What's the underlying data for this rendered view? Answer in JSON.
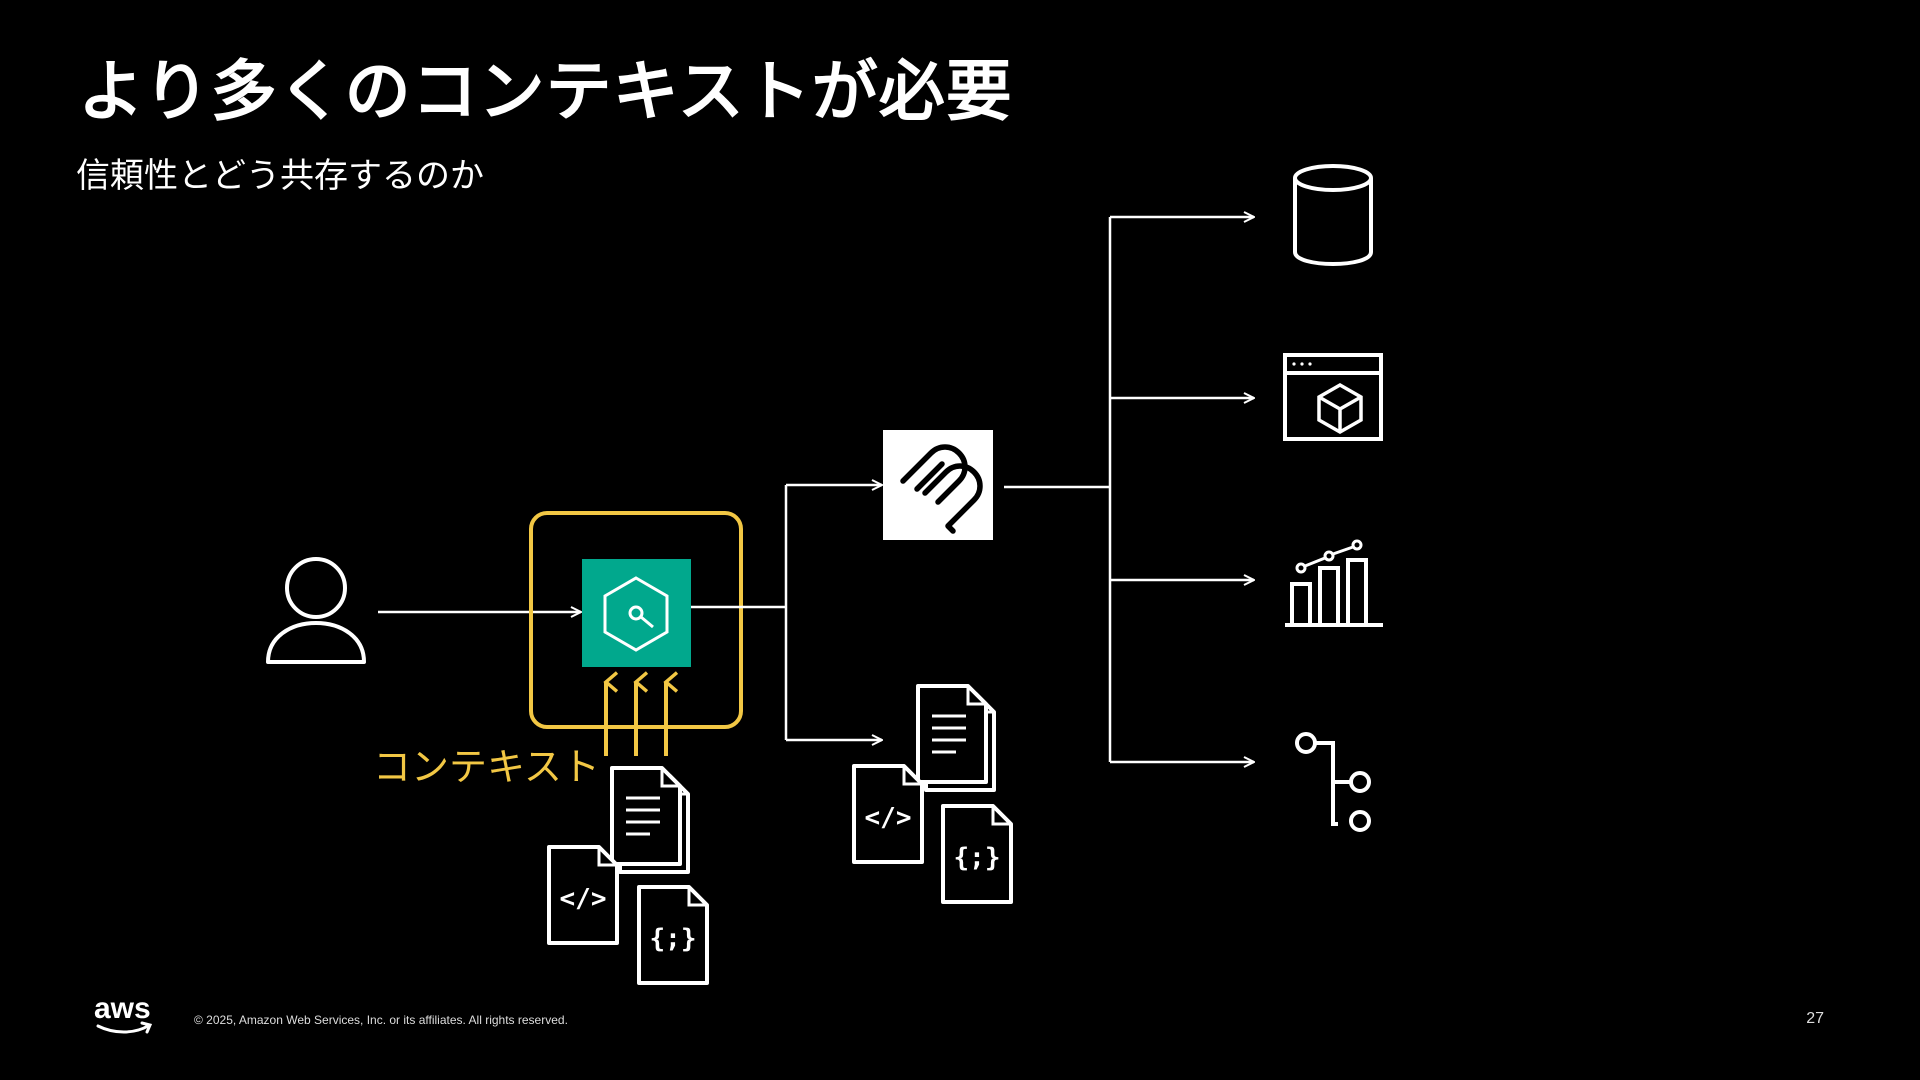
{
  "slide": {
    "title": "より多くのコンテキストが必要",
    "subtitle": "信頼性とどう共存するのか",
    "context_label": "コンテキスト",
    "page_number": "27"
  },
  "footer": {
    "logo_text": "aws",
    "copyright": "© 2025, Amazon Web Services, Inc. or its affiliates. All rights reserved."
  },
  "diagram": {
    "input_docs": [
      {
        "icon": "document-icon"
      },
      {
        "icon": "code-file-icon",
        "glyph": "</>"
      },
      {
        "icon": "json-file-icon",
        "glyph": "{;}"
      }
    ],
    "output_docs": [
      {
        "icon": "document-icon"
      },
      {
        "icon": "code-file-icon",
        "glyph": "</>"
      },
      {
        "icon": "json-file-icon",
        "glyph": "{;}"
      }
    ],
    "targets": [
      {
        "icon": "database-icon"
      },
      {
        "icon": "application-window-icon"
      },
      {
        "icon": "analytics-chart-icon"
      },
      {
        "icon": "git-branch-icon"
      }
    ],
    "colors": {
      "accent_yellow": "#F2C744",
      "agent_teal": "#01A88D",
      "line_white": "#FFFFFF"
    }
  }
}
